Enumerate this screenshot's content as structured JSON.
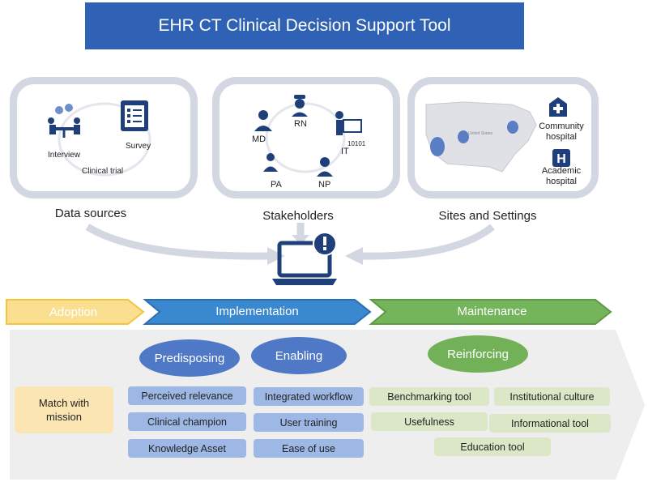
{
  "header": {
    "title": "EHR CT Clinical Decision Support Tool"
  },
  "data_sources": {
    "label": "Data sources",
    "items": {
      "interview": "Interview",
      "survey": "Survey",
      "clinical_trial": "Clinical trial"
    }
  },
  "stakeholders": {
    "label": "Stakeholders",
    "roles": {
      "rn": "RN",
      "md": "MD",
      "it": "IT",
      "pa": "PA",
      "np": "NP"
    },
    "screen_text": "10101"
  },
  "sites": {
    "label": "Sites and Settings",
    "map_text": "United States",
    "community": "Community hospital",
    "academic": "Academic hospital"
  },
  "phases": {
    "adoption": "Adoption",
    "implementation": "Implementation",
    "maintenance": "Maintenance"
  },
  "factors": {
    "predisposing": {
      "label": "Predisposing",
      "items": [
        "Perceived relevance",
        "Clinical champion",
        "Knowledge Asset"
      ]
    },
    "enabling": {
      "label": "Enabling",
      "items": [
        "Integrated workflow",
        "User training",
        "Ease of use"
      ]
    },
    "reinforcing": {
      "label": "Reinforcing",
      "items": [
        "Benchmarking tool",
        "Institutional culture",
        "Usefulness",
        "Informational tool",
        "Education tool"
      ]
    },
    "match": "Match with mission"
  },
  "colors": {
    "title_blue": "#2f62b5",
    "panel_border": "#d3d7e1",
    "icon_navy": "#1f3f7a",
    "adoption": "#fbdf90",
    "implementation": "#3a88cf",
    "maintenance": "#74b45a",
    "blue_box": "#9db8e4",
    "green_box": "#dce7c8",
    "match_box": "#fbe5b3"
  }
}
